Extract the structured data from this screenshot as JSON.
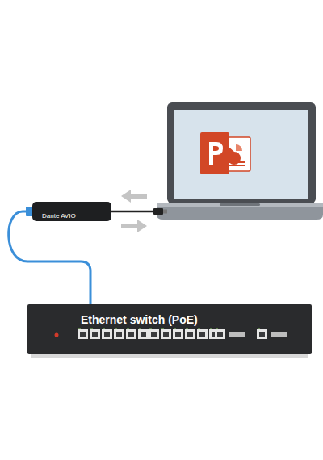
{
  "diagram": {
    "nodes": [
      {
        "text": [
          "Dante AVIO"
        ]
      },
      {
        "text": [
          "Ethernet switch (PoE)"
        ]
      }
    ],
    "edges": [
      {
        "from": 0,
        "to": 1,
        "arrow": "none"
      }
    ]
  }
}
